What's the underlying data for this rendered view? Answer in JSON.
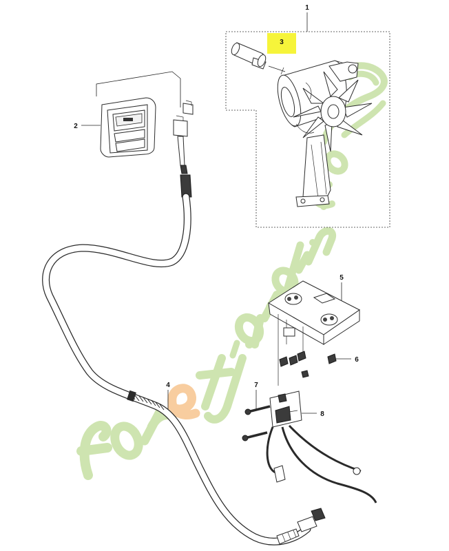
{
  "diagram": {
    "callouts": [
      {
        "id": "callout-1",
        "text": "1"
      },
      {
        "id": "callout-2",
        "text": "2"
      },
      {
        "id": "callout-3",
        "text": "3",
        "highlight": "#f6f43a"
      },
      {
        "id": "callout-4",
        "text": "4"
      },
      {
        "id": "callout-5",
        "text": "5"
      },
      {
        "id": "callout-6",
        "text": "6"
      },
      {
        "id": "callout-7",
        "text": "7"
      },
      {
        "id": "callout-8",
        "text": "8"
      }
    ],
    "watermark": {
      "text": "foretjardin.com",
      "colors": {
        "green": "#c6e0a2",
        "orange": "#f7c58e"
      }
    }
  }
}
